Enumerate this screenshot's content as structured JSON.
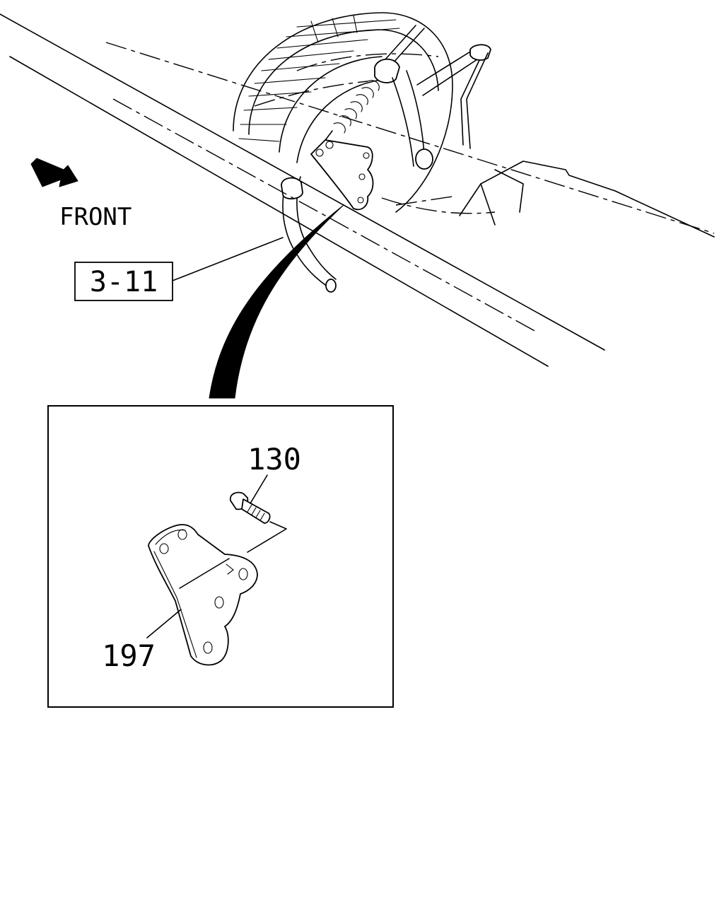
{
  "labels": {
    "front": "FRONT",
    "ref_box": "3-11",
    "part_bolt": "130",
    "part_bracket": "197"
  },
  "icons": {
    "direction_arrow": "front-arrow-icon"
  },
  "colors": {
    "ink": "#000000",
    "paper": "#ffffff"
  }
}
